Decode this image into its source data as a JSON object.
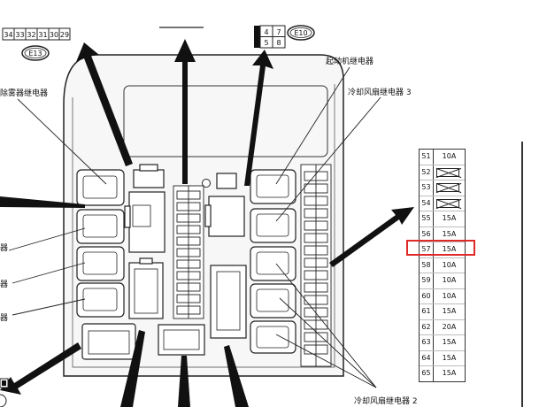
{
  "top_connectors": {
    "left_pins": [
      "34",
      "33",
      "32",
      "31",
      "30",
      "29"
    ],
    "left_code": "E13",
    "right_pins_top": [
      "4",
      "7"
    ],
    "right_pins_bottom": [
      "5",
      "8"
    ],
    "right_code": "E10"
  },
  "labels": {
    "defogger_relay": "除雾器继电器",
    "starter_relay": "起动机继电器",
    "cooling_fan_relay_3": "冷却风扇继电器 3",
    "cooling_fan_relay_2": "冷却风扇继电器 2",
    "left_label_1": "器",
    "left_label_2": "器",
    "left_label_3": "器"
  },
  "fuse_table": [
    {
      "num": "51",
      "amp": "10A"
    },
    {
      "num": "52",
      "amp": ""
    },
    {
      "num": "53",
      "amp": ""
    },
    {
      "num": "54",
      "amp": ""
    },
    {
      "num": "55",
      "amp": "15A"
    },
    {
      "num": "56",
      "amp": "15A"
    },
    {
      "num": "57",
      "amp": "15A"
    },
    {
      "num": "58",
      "amp": "10A"
    },
    {
      "num": "59",
      "amp": "10A"
    },
    {
      "num": "60",
      "amp": "10A"
    },
    {
      "num": "61",
      "amp": "15A"
    },
    {
      "num": "62",
      "amp": "20A"
    },
    {
      "num": "63",
      "amp": "15A"
    },
    {
      "num": "64",
      "amp": "15A"
    },
    {
      "num": "65",
      "amp": "15A"
    }
  ],
  "highlighted_fuse": "57",
  "highlight_color": "#e02a2a"
}
